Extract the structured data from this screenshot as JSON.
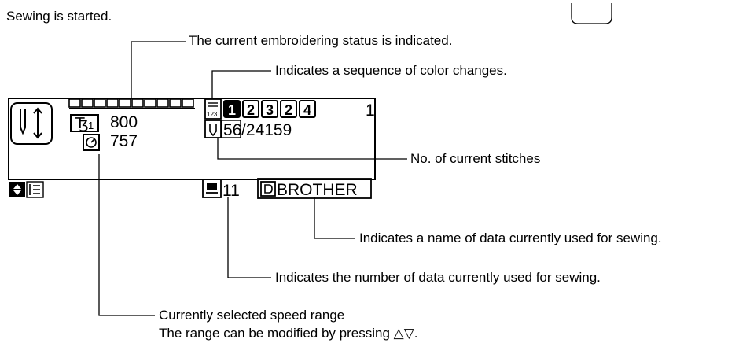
{
  "intro": "Sewing is started.",
  "callouts": {
    "embroidering_status": "The current embroidering status is indicated.",
    "color_sequence": "Indicates a sequence of color changes.",
    "current_stitches": "No. of current stitches",
    "data_name": "Indicates a name of data currently used for sewing.",
    "data_number": "Indicates the number of data currently used for sewing.",
    "speed_range_line1": "Currently selected speed range",
    "speed_range_line2": "The range can be modified by pressing △▽."
  },
  "lcd": {
    "speed_index": "1",
    "speed_value": "800",
    "speed_current": "757",
    "color_sequence": [
      "1",
      "2",
      "3",
      "2",
      "4"
    ],
    "color_current_index": 0,
    "color_count": "1",
    "stitch_current": "56",
    "stitch_total": "/24159",
    "data_number": "11",
    "data_name": "BROTHER",
    "progress_segments": 10,
    "icons": {
      "needle": "needle-updown-icon",
      "speed": "speed-icon",
      "speed_current": "speed-current-icon",
      "color": "color-sequence-icon",
      "stitch": "stitch-icon",
      "data_number": "memory-icon",
      "data_name": "data-name-icon",
      "scroll": "scroll-icon",
      "thread": "thread-icon"
    }
  }
}
